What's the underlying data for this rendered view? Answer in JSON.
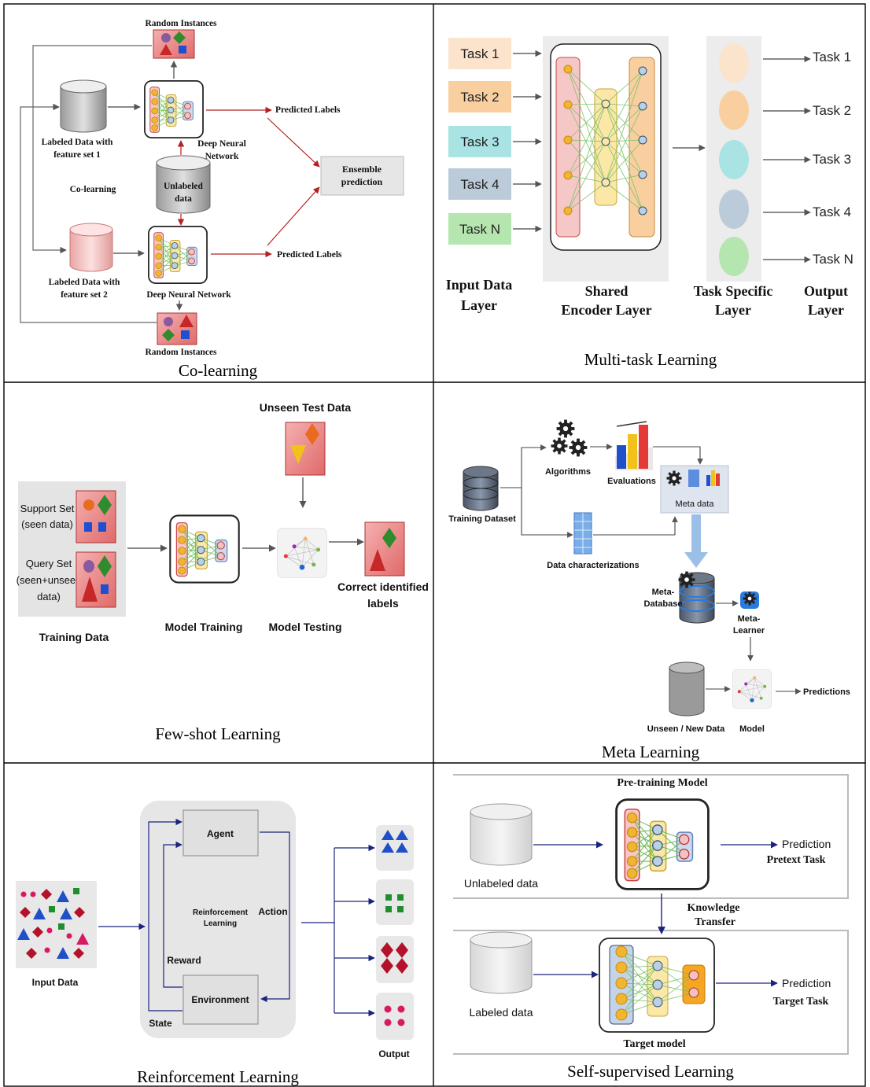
{
  "panels": {
    "co_learning": {
      "caption": "Co-learning",
      "random_instances_top": "Random Instances",
      "random_instances_bottom": "Random Instances",
      "labeled_1": [
        "Labeled Data with",
        "feature set 1"
      ],
      "labeled_2": [
        "Labeled Data with",
        "feature set 2"
      ],
      "dnn_top": [
        "Deep Neural",
        "Network"
      ],
      "dnn_bottom": "Deep Neural Network",
      "unlabeled": [
        "Unlabeled",
        "data"
      ],
      "side_label": "Co-learning",
      "predicted_top": "Predicted Labels",
      "predicted_bottom": "Predicted Labels",
      "ensemble": [
        "Ensemble",
        "prediction"
      ]
    },
    "multi_task": {
      "caption": "Multi-task Learning",
      "inputs": [
        "Task 1",
        "Task 2",
        "Task 3",
        "Task 4",
        "Task N"
      ],
      "outputs": [
        "Task 1",
        "Task 2",
        "Task 3",
        "Task 4",
        "Task N"
      ],
      "layer_input": [
        "Input Data",
        "Layer"
      ],
      "layer_shared": [
        "Shared",
        "Encoder Layer"
      ],
      "layer_specific": [
        "Task Specific",
        "Layer"
      ],
      "layer_output": [
        "Output",
        "Layer"
      ],
      "colors": {
        "task1": "#fbe3cc",
        "task2": "#f9cfa0",
        "task3": "#a9e3e3",
        "task4": "#bccbd9",
        "taskN": "#b6e6b0"
      }
    },
    "few_shot": {
      "caption": "Few-shot Learning",
      "unseen": "Unseen Test Data",
      "support": [
        "Support Set",
        "(seen data)"
      ],
      "query": [
        "Query Set",
        "(seen+unseen",
        "data)"
      ],
      "training": "Training Data",
      "model_training": "Model Training",
      "model_testing": "Model Testing",
      "correct": [
        "Correct identified",
        "labels"
      ]
    },
    "meta": {
      "caption": "Meta Learning",
      "training_dataset": "Training Dataset",
      "algorithms": "Algorithms",
      "evaluations": "Evaluations",
      "meta_data": "Meta data",
      "data_char": "Data characterizations",
      "meta_database": [
        "Meta-",
        "Database"
      ],
      "meta_learner": [
        "Meta-",
        "Learner"
      ],
      "unseen": "Unseen / New Data",
      "model": "Model",
      "predictions": "Predictions"
    },
    "rl": {
      "caption": "Reinforcement Learning",
      "agent": "Agent",
      "rl_label": [
        "Reinforcement",
        "Learning"
      ],
      "action": "Action",
      "reward": "Reward",
      "environment": "Environment",
      "state": "State",
      "input": "Input Data",
      "output": "Output"
    },
    "ssl": {
      "caption": "Self-supervised Learning",
      "pretraining": "Pre-training Model",
      "unlabeled": "Unlabeled data",
      "prediction1": "Prediction",
      "pretext": "Pretext Task",
      "knowledge": [
        "Knowledge",
        "Transfer"
      ],
      "labeled": "Labeled data",
      "prediction2": "Prediction",
      "target_task": "Target Task",
      "target_model": "Target model"
    }
  }
}
